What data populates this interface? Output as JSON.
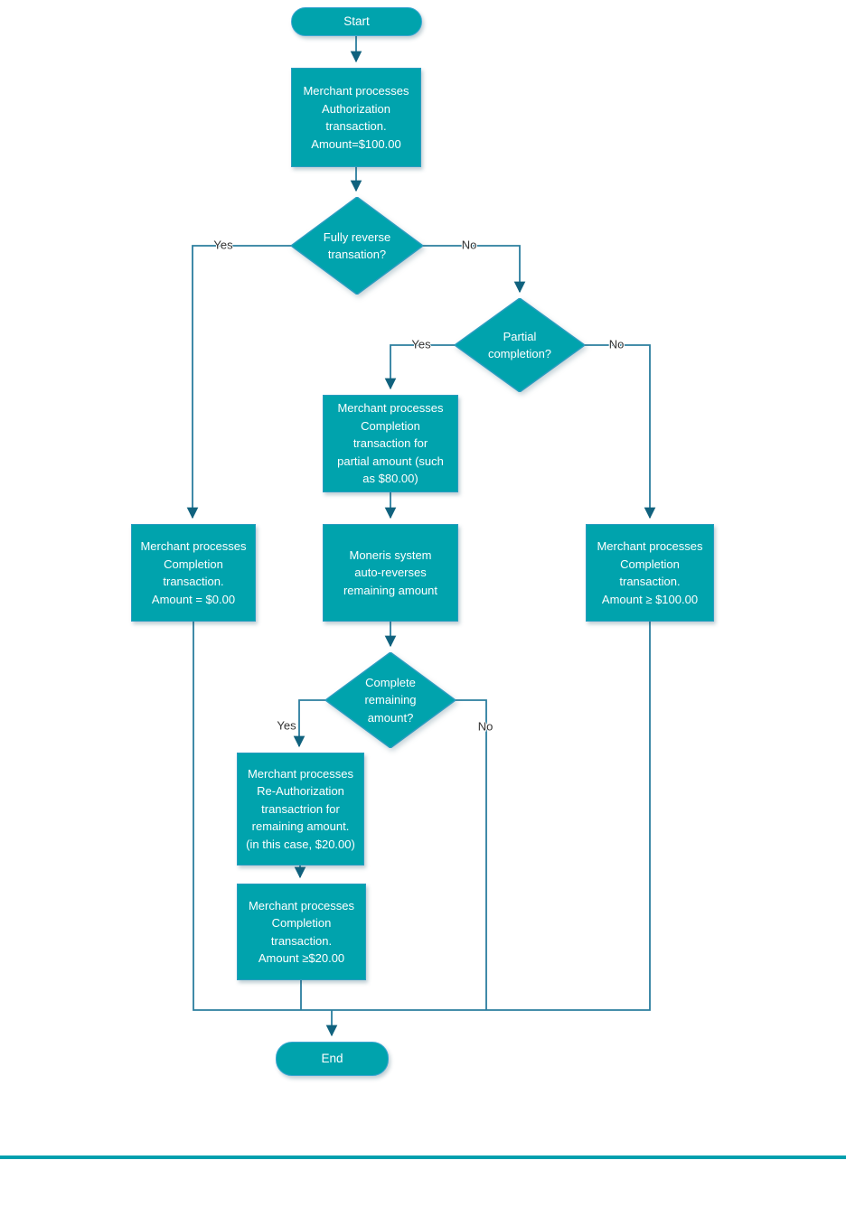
{
  "colors": {
    "node_fill": "#00a3ad",
    "node_border": "#2a9cc0",
    "stadium_border": "#3aa5d1",
    "line": "#2b7e9e",
    "arrow": "#10627e",
    "label_text": "#333333",
    "node_text": "#ffffff",
    "rule": "#00a0ae",
    "background": "#ffffff"
  },
  "nodes": {
    "start": {
      "label": "Start"
    },
    "authorization": {
      "label": "Merchant processes\nAuthorization\ntransaction.\nAmount=$100.00"
    },
    "fully_reverse_decision": {
      "label": "Fully reverse\ntransation?"
    },
    "completion_zero": {
      "label": "Merchant processes\nCompletion\ntransaction.\nAmount = $0.00"
    },
    "partial_completion_decision": {
      "label": "Partial\ncompletion?"
    },
    "partial_completion": {
      "label": "Merchant processes\nCompletion\ntransaction for\npartial amount (such\nas $80.00)"
    },
    "moneris_auto_reverse": {
      "label": "Moneris system\nauto-reverses\nremaining amount"
    },
    "completion_full": {
      "label": "Merchant processes\nCompletion\ntransaction.\nAmount ≥ $100.00"
    },
    "complete_remaining_decision": {
      "label": "Complete\nremaining\namount?"
    },
    "reauthorization": {
      "label": "Merchant processes\nRe-Authorization\ntransactrion for\nremaining amount.\n(in this case, $20.00)"
    },
    "completion_twenty": {
      "label": "Merchant processes\nCompletion\ntransaction.\nAmount ≥$20.00"
    },
    "end": {
      "label": "End"
    }
  },
  "edge_labels": {
    "fully_reverse_yes": "Yes",
    "fully_reverse_no": "No",
    "partial_yes": "Yes",
    "partial_no": "No",
    "remaining_yes": "Yes",
    "remaining_no": "No"
  }
}
